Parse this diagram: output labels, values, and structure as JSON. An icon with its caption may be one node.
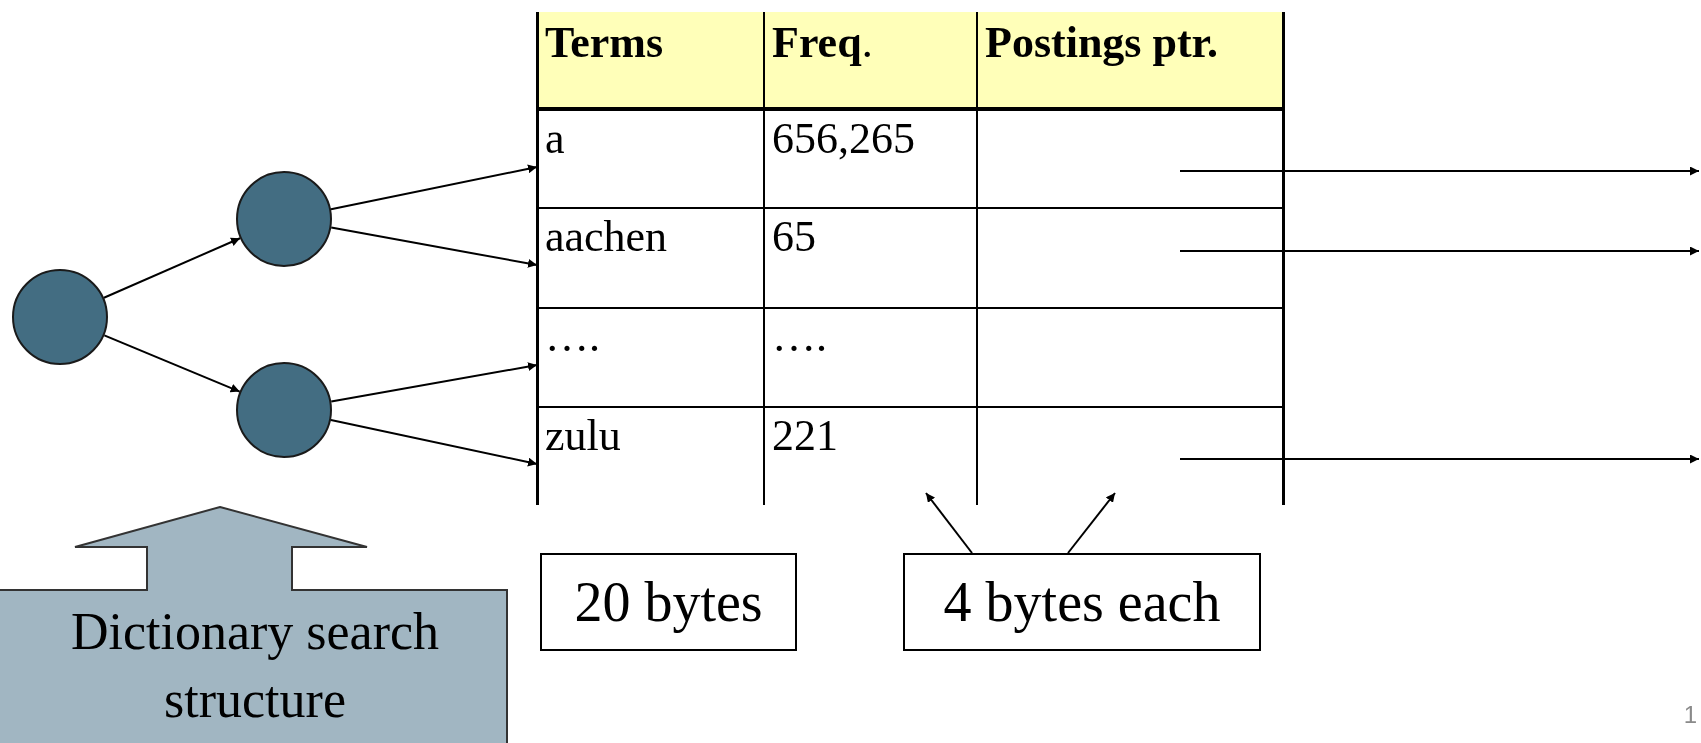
{
  "diagram": {
    "nodes": [
      {
        "text": [],
        "shape": "circle"
      },
      {
        "text": [],
        "shape": "circle"
      },
      {
        "text": [],
        "shape": "circle"
      },
      {
        "text": [
          "a",
          "656,265"
        ]
      },
      {
        "text": [
          "aachen",
          "65"
        ]
      },
      {
        "text": [
          "….",
          "…."
        ]
      },
      {
        "text": [
          "zulu",
          "221"
        ]
      },
      {
        "text": [
          "20 bytes"
        ]
      },
      {
        "text": [
          "4 bytes each"
        ]
      },
      {
        "text": [
          "Dictionary search structure"
        ]
      }
    ],
    "edges": [
      {
        "from": 0,
        "to": 1,
        "arrow": "to"
      },
      {
        "from": 0,
        "to": 2,
        "arrow": "to"
      },
      {
        "from": 1,
        "to": 3,
        "arrow": "to"
      },
      {
        "from": 1,
        "to": 4,
        "arrow": "to"
      },
      {
        "from": 2,
        "to": 5,
        "arrow": "to"
      },
      {
        "from": 2,
        "to": 6,
        "arrow": "to"
      },
      {
        "from": 3,
        "to": null,
        "arrow": "to"
      },
      {
        "from": 4,
        "to": null,
        "arrow": "to"
      },
      {
        "from": 6,
        "to": null,
        "arrow": "to"
      },
      {
        "from": 8,
        "to": 6,
        "arrow": "to"
      },
      {
        "from": 8,
        "to": 6,
        "arrow": "to"
      }
    ],
    "labels": [
      "**Terms**",
      "**Freq**.",
      "**Postings ptr.**",
      "1"
    ]
  }
}
